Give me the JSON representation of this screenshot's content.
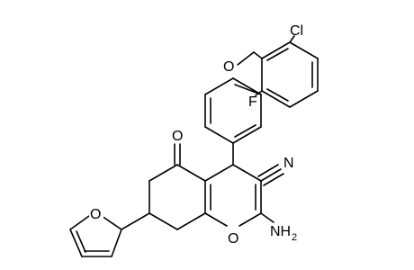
{
  "atom_labels": {
    "chlorine": "Cl",
    "fluorine": "F",
    "ether_oxygen": "O",
    "ketone_oxygen": "O",
    "nitrile_nitrogen": "N",
    "ring_oxygen": "O",
    "furan_oxygen": "O",
    "amino": "NH",
    "amino_subscript": "2"
  },
  "colors": {
    "bond": "#000000",
    "background": "#ffffff"
  }
}
